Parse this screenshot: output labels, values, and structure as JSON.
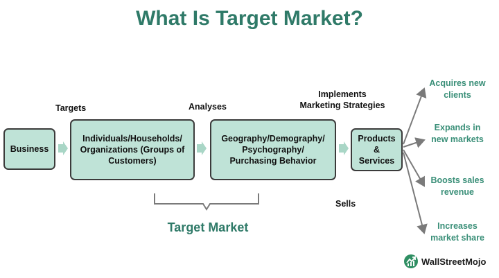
{
  "title": "What Is Target Market?",
  "boxes": {
    "business": "Business",
    "individuals": "Individuals/Households/\nOrganizations (Groups of\nCustomers)",
    "geography": "Geography/Demography/\nPsychography/\nPurchasing Behavior",
    "products": "Products\n&\nServices"
  },
  "labels": {
    "targets": "Targets",
    "analyses": "Analyses",
    "implements": "Implements\nMarketing Strategies",
    "sells": "Sells"
  },
  "outcomes": [
    "Acquires new\nclients",
    "Expands in\nnew markets",
    "Boosts sales\nrevenue",
    "Increases\nmarket share"
  ],
  "target_market_label": "Target Market",
  "brand": "WallStreetMojo",
  "colors": {
    "title": "#2f7a68",
    "box_fill": "#bfe3d7",
    "box_border": "#3b3b3b",
    "outcome_text": "#3a8f78",
    "arrow": "#a9d6c6",
    "line": "#7a7a7a"
  }
}
